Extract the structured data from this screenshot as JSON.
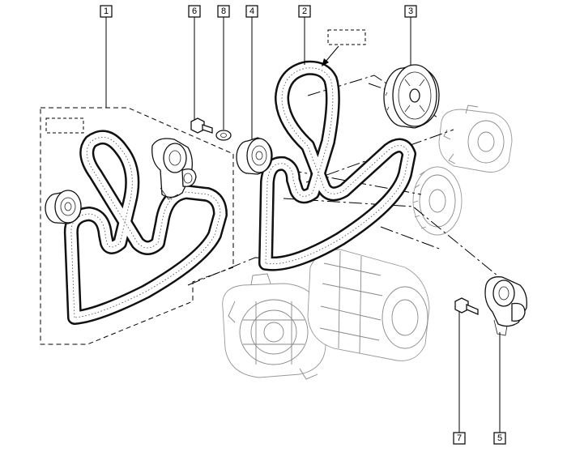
{
  "callouts": [
    {
      "id": "1",
      "label": "1"
    },
    {
      "id": "6",
      "label": "6"
    },
    {
      "id": "8",
      "label": "8"
    },
    {
      "id": "4",
      "label": "4"
    },
    {
      "id": "2",
      "label": "2"
    },
    {
      "id": "3",
      "label": "3"
    },
    {
      "id": "7",
      "label": "7"
    },
    {
      "id": "5",
      "label": "5"
    }
  ],
  "parts": {
    "belt_kit": "1",
    "belt": "2",
    "pump_pulley": "3",
    "idler_pulley": "4",
    "tensioner": "5",
    "bolt": "6",
    "tensioner_bolt": "7",
    "washer": "8"
  }
}
